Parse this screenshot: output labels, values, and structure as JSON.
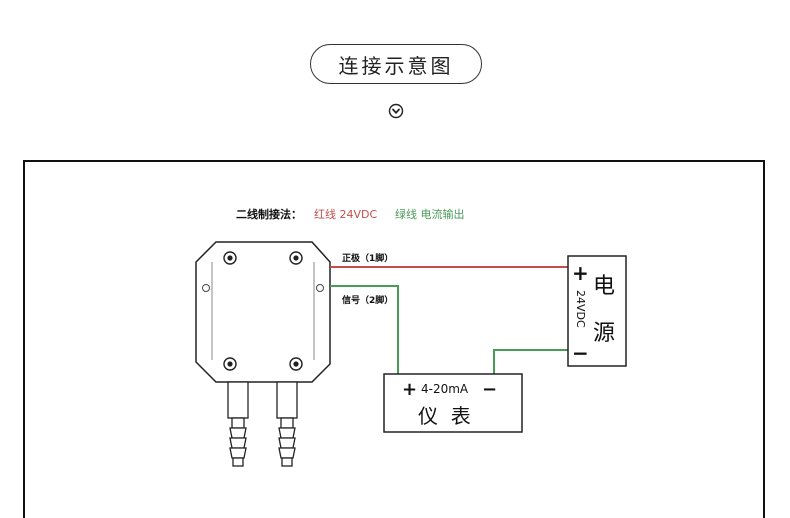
{
  "header": {
    "title": "连接示意图"
  },
  "icons": {
    "scroll_down": "chevron-down-circle-icon"
  },
  "diagram": {
    "method_label": "二线制接法：",
    "red_wire_label": "红线 24VDC",
    "green_wire_label": "绿线 电流输出",
    "pin_positive": "正极（1脚）",
    "pin_signal": "信号（2脚）",
    "power_supply": {
      "plus": "+",
      "minus": "−",
      "voltage": "24VDC",
      "char1": "电",
      "char2": "源"
    },
    "meter": {
      "plus": "+",
      "range": "4-20mA",
      "minus": "−",
      "name": "仪  表"
    }
  },
  "colors": {
    "red_wire": "#c0504d",
    "green_wire": "#4a9a5a",
    "line": "#111111"
  }
}
